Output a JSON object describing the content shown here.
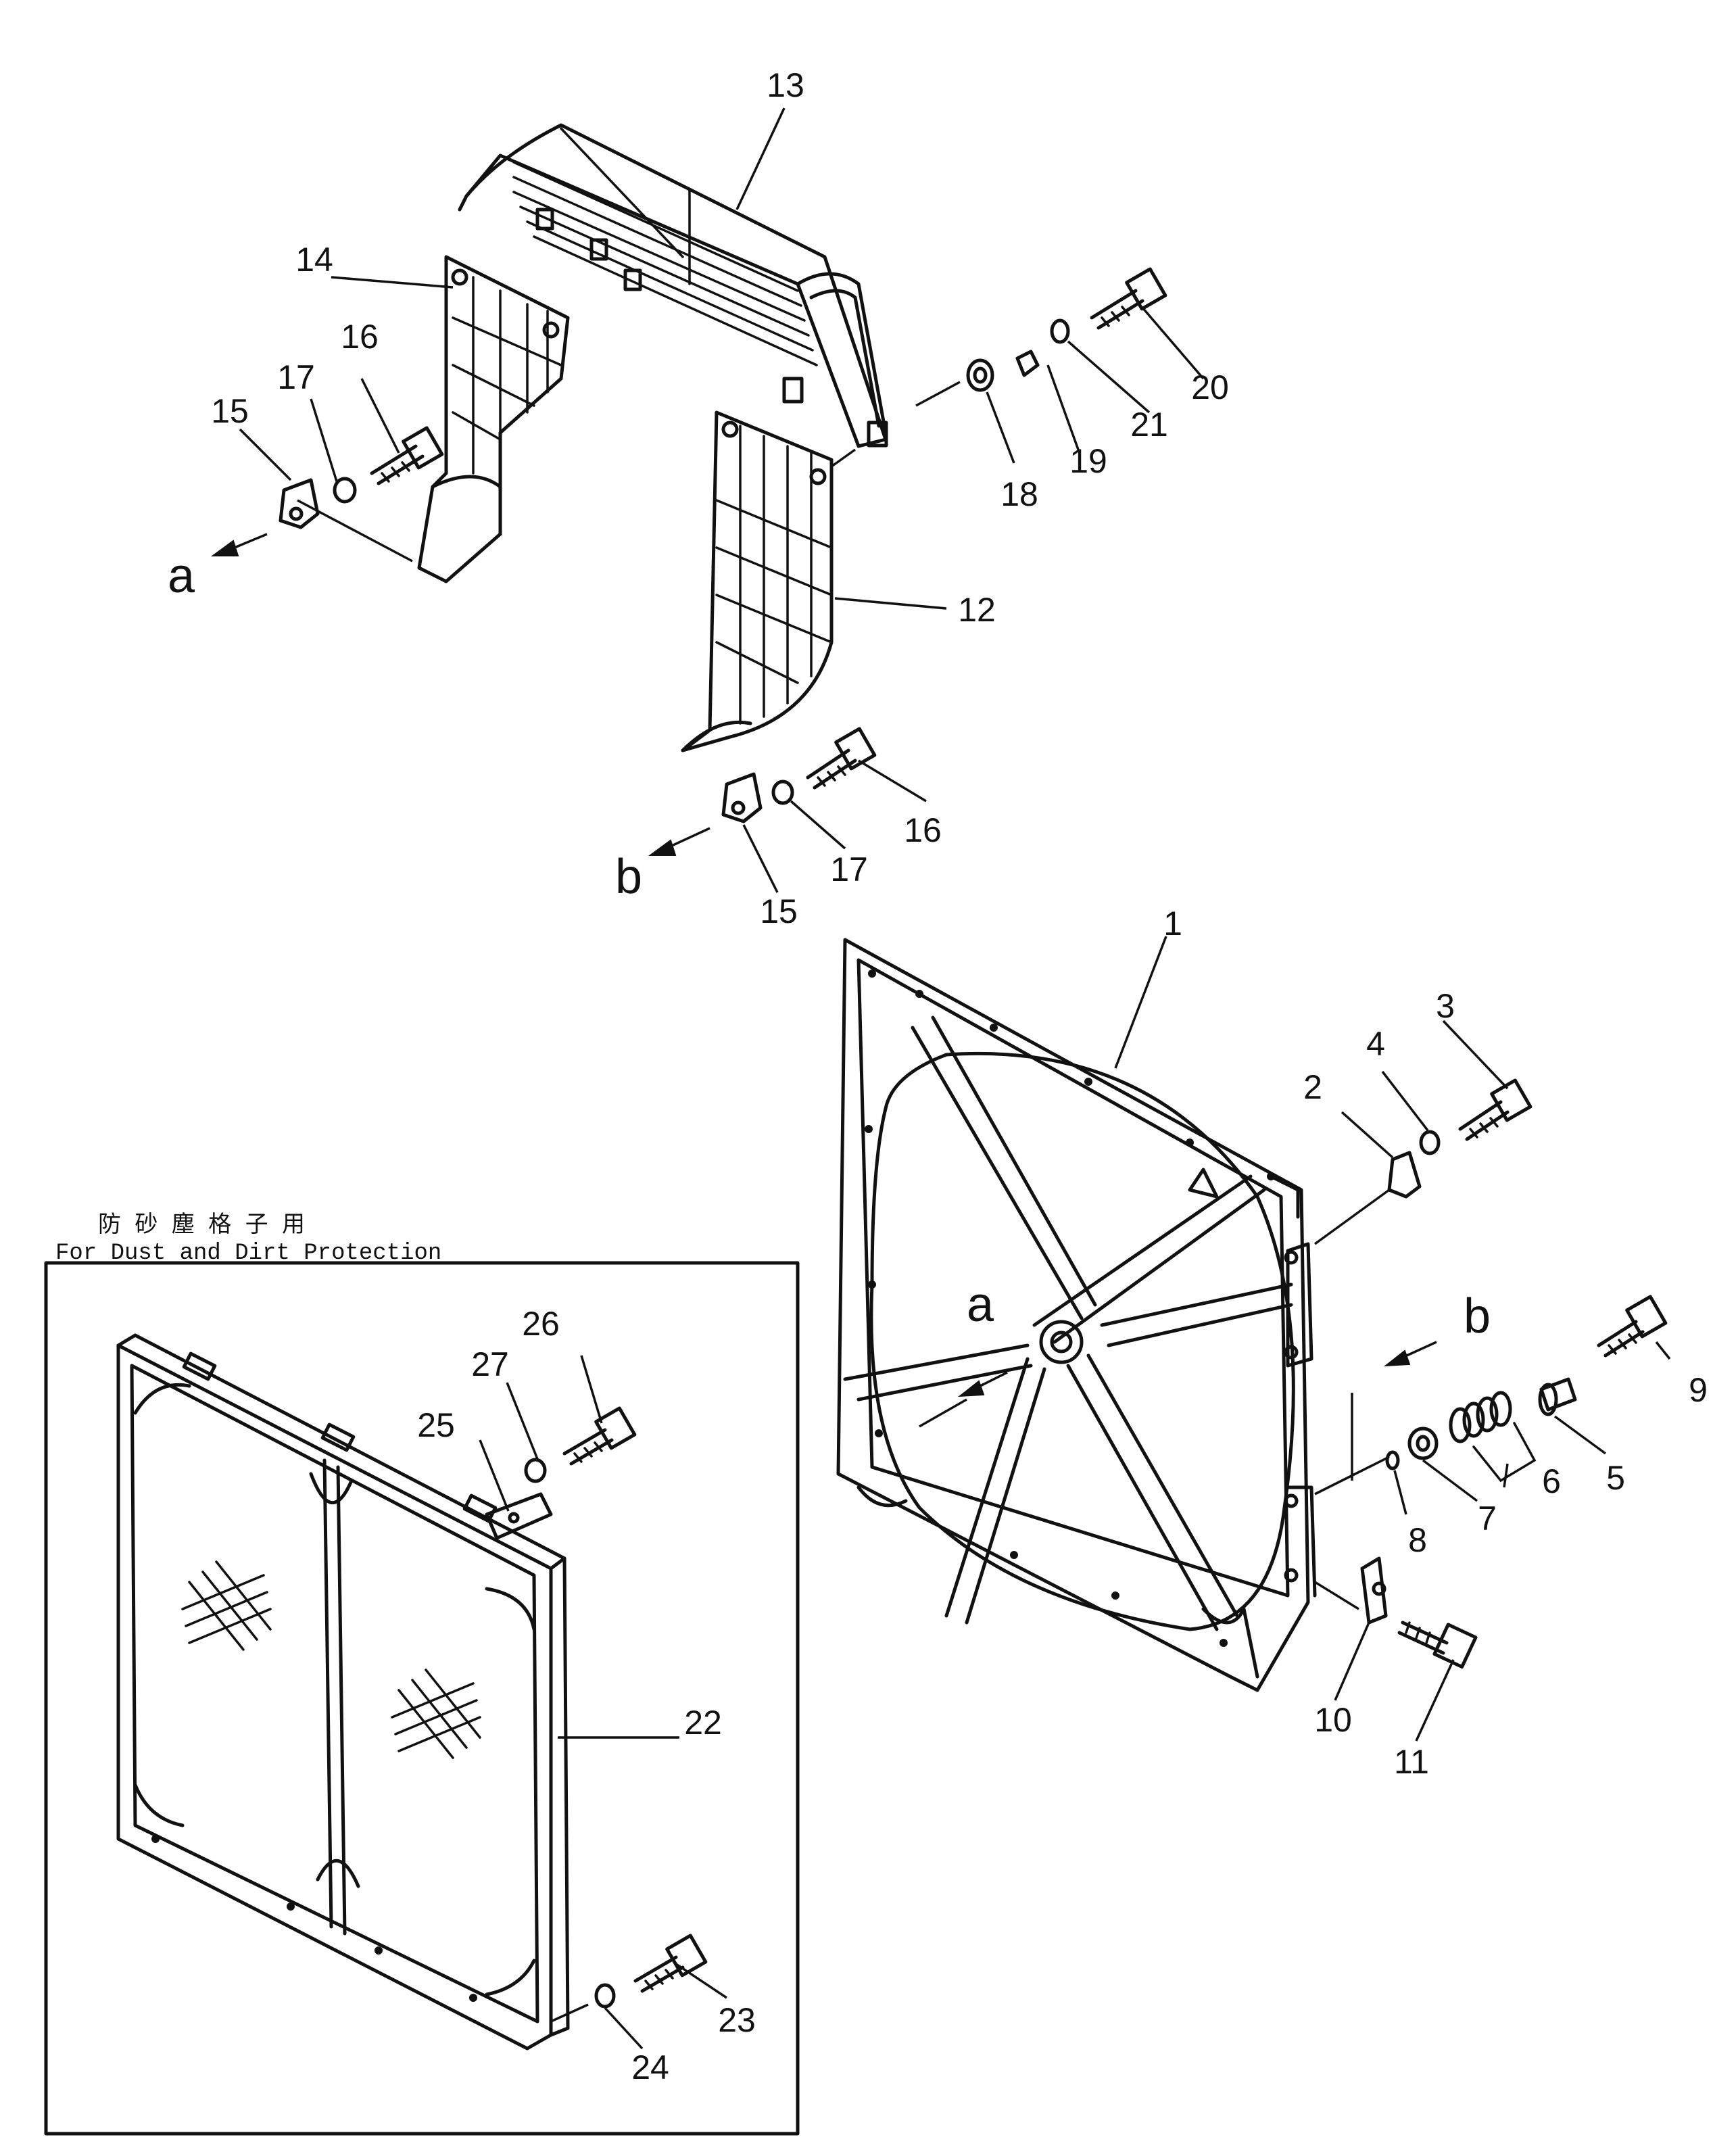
{
  "inset": {
    "caption_cjk": "防 砂 塵 格 子 用",
    "caption_en": "For Dust and Dirt Protection"
  },
  "view_markers": {
    "a": "a",
    "b": "b"
  },
  "callouts": {
    "c1": "1",
    "c2": "2",
    "c3": "3",
    "c4": "4",
    "c5": "5",
    "c6": "6",
    "c7": "7",
    "c8": "8",
    "c9": "9",
    "c10": "10",
    "c11": "11",
    "c12": "12",
    "c13": "13",
    "c14": "14",
    "c15a": "15",
    "c15b": "15",
    "c16a": "16",
    "c16b": "16",
    "c17a": "17",
    "c17b": "17",
    "c18": "18",
    "c19": "19",
    "c20": "20",
    "c21": "21",
    "c22": "22",
    "c23": "23",
    "c24": "24",
    "c25": "25",
    "c26": "26",
    "c27": "27"
  }
}
